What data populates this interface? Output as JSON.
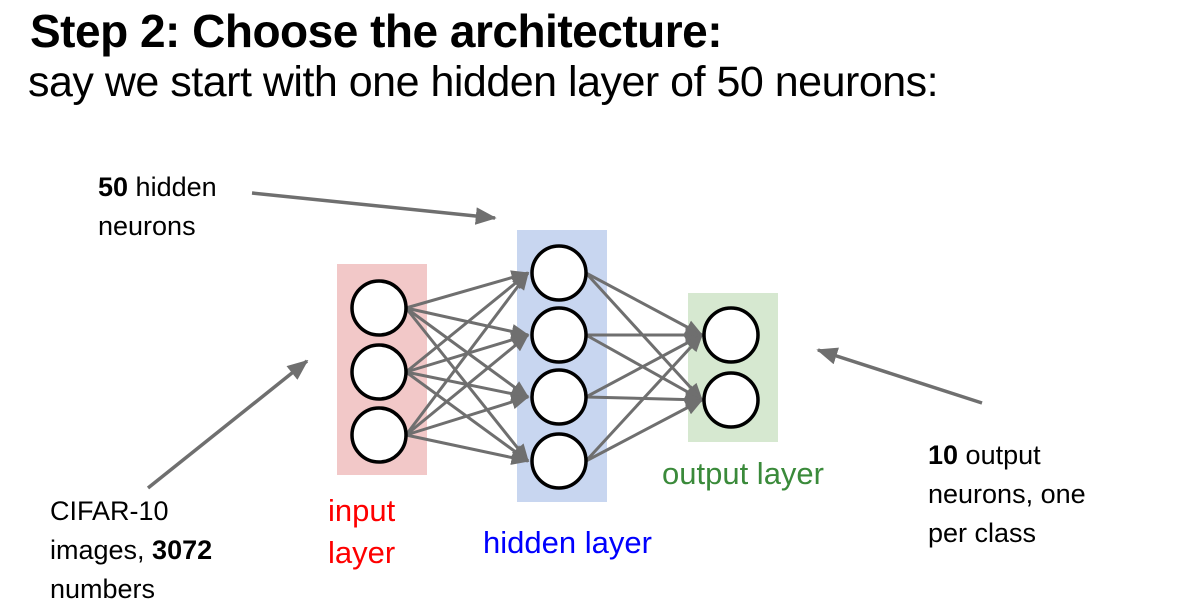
{
  "slide": {
    "title": "Step 2: Choose the architecture:",
    "subtitle": "say we start with one hidden layer of 50 neurons:",
    "background_color": "#ffffff",
    "text_color": "#000000"
  },
  "diagram": {
    "arrow_color": "#6f6f6f",
    "neuron_fill": "#ffffff",
    "neuron_stroke": "#000000",
    "layers": [
      {
        "name": "input",
        "neurons": 3,
        "bg_color": "#f2c8c8",
        "label_color": "#fe0000",
        "label_lines": [
          "input",
          "layer"
        ]
      },
      {
        "name": "hidden",
        "neurons": 4,
        "bg_color": "#c8d6f0",
        "label_color": "#0000fe",
        "label_lines": [
          "hidden layer"
        ]
      },
      {
        "name": "output",
        "neurons": 2,
        "bg_color": "#d6e8d0",
        "label_color": "#3a8a3a",
        "label_lines": [
          "output layer"
        ]
      }
    ]
  },
  "annotations": {
    "hidden_count": {
      "bold": "50",
      "after": " hidden",
      "line2": "neurons"
    },
    "input_desc": {
      "line1": "CIFAR-10",
      "line2_pre": "images, ",
      "line2_bold": "3072",
      "line3": "numbers"
    },
    "output_desc": {
      "bold": "10",
      "after": " output",
      "line2": "neurons, one",
      "line3": "per class"
    }
  }
}
